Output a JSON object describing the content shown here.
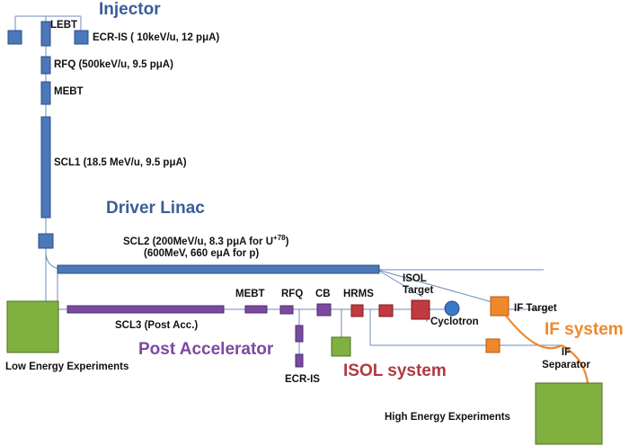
{
  "colors": {
    "line": "#6e8bb8",
    "blue_block": "#4a78b8",
    "blue_border": "#2c4e86",
    "blue_title": "#3a5e98",
    "purple": "#7a4aa0",
    "purple_border": "#4e2c70",
    "red": "#c03a40",
    "red_border": "#7a1c20",
    "orange": "#f0882a",
    "orange_border": "#b05a10",
    "green": "#80b040",
    "green_border": "#4e7020",
    "cyclotron": "#3a78c8"
  },
  "sections": {
    "injector": "Injector",
    "driver_linac": "Driver Linac",
    "post_accelerator": "Post Accelerator",
    "isol_system": "ISOL system",
    "if_system": "IF system"
  },
  "components": {
    "lebt": "LEBT",
    "ecr_is_injector": "ECR-IS ( 10keV/u, 12 pμA)",
    "rfq_injector": "RFQ (500keV/u, 9.5 pμA)",
    "mebt_injector": "MEBT",
    "scl1": "SCL1 (18.5 MeV/u, 9.5 pμA)",
    "scl2_line1": "SCL2 (200MeV/u, 8.3 pμA for U",
    "scl2_sup": "+78",
    "scl2_line1_end": ")",
    "scl2_line2": "(600MeV, 660 eμA for p)",
    "scl3": "SCL3 (Post Acc.)",
    "mebt_post": "MEBT",
    "rfq_post": "RFQ",
    "cb": "CB",
    "hrms": "HRMS",
    "isol_target": "ISOL Target",
    "cyclotron": "Cyclotron",
    "if_target": "IF Target",
    "if_separator": "IF Separator",
    "ecr_is_post": "ECR-IS",
    "low_energy": "Low Energy Experiments",
    "high_energy": "High Energy Experiments"
  }
}
